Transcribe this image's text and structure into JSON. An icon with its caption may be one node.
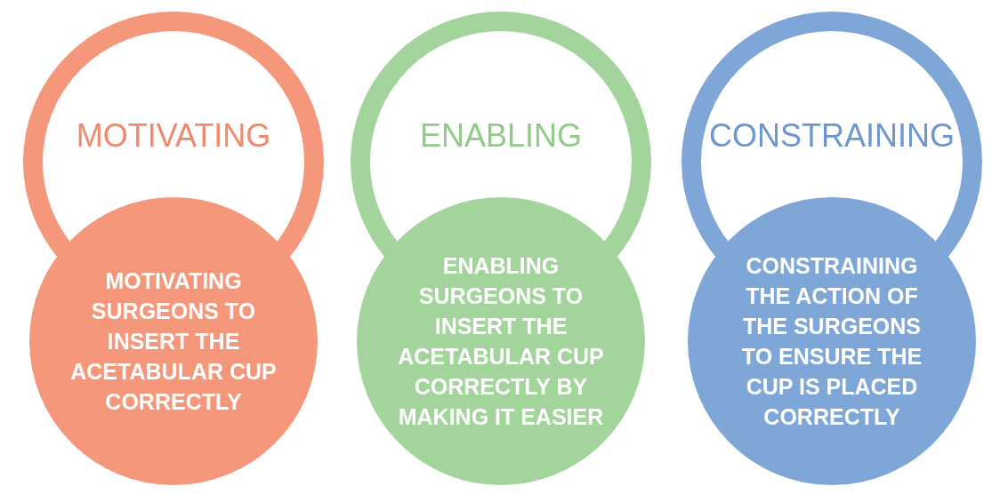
{
  "diagram": {
    "nodes": [
      {
        "text": [
          "MOTIVATING"
        ]
      },
      {
        "text": [
          "MOTIVATING SURGEONS TO INSERT THE ACETABULAR CUP CORRECTLY"
        ]
      },
      {
        "text": [
          "ENABLING"
        ]
      },
      {
        "text": [
          "ENABLING SURGEONS TO INSERT THE ACETABULAR CUP CORRECTLY BY MAKING IT EASIER"
        ]
      },
      {
        "text": [
          "CONSTRAINING"
        ]
      },
      {
        "text": [
          "CONSTRAINING THE ACTION OF THE SURGEONS TO ENSURE THE CUP IS PLACED CORRECTLY"
        ]
      }
    ]
  }
}
